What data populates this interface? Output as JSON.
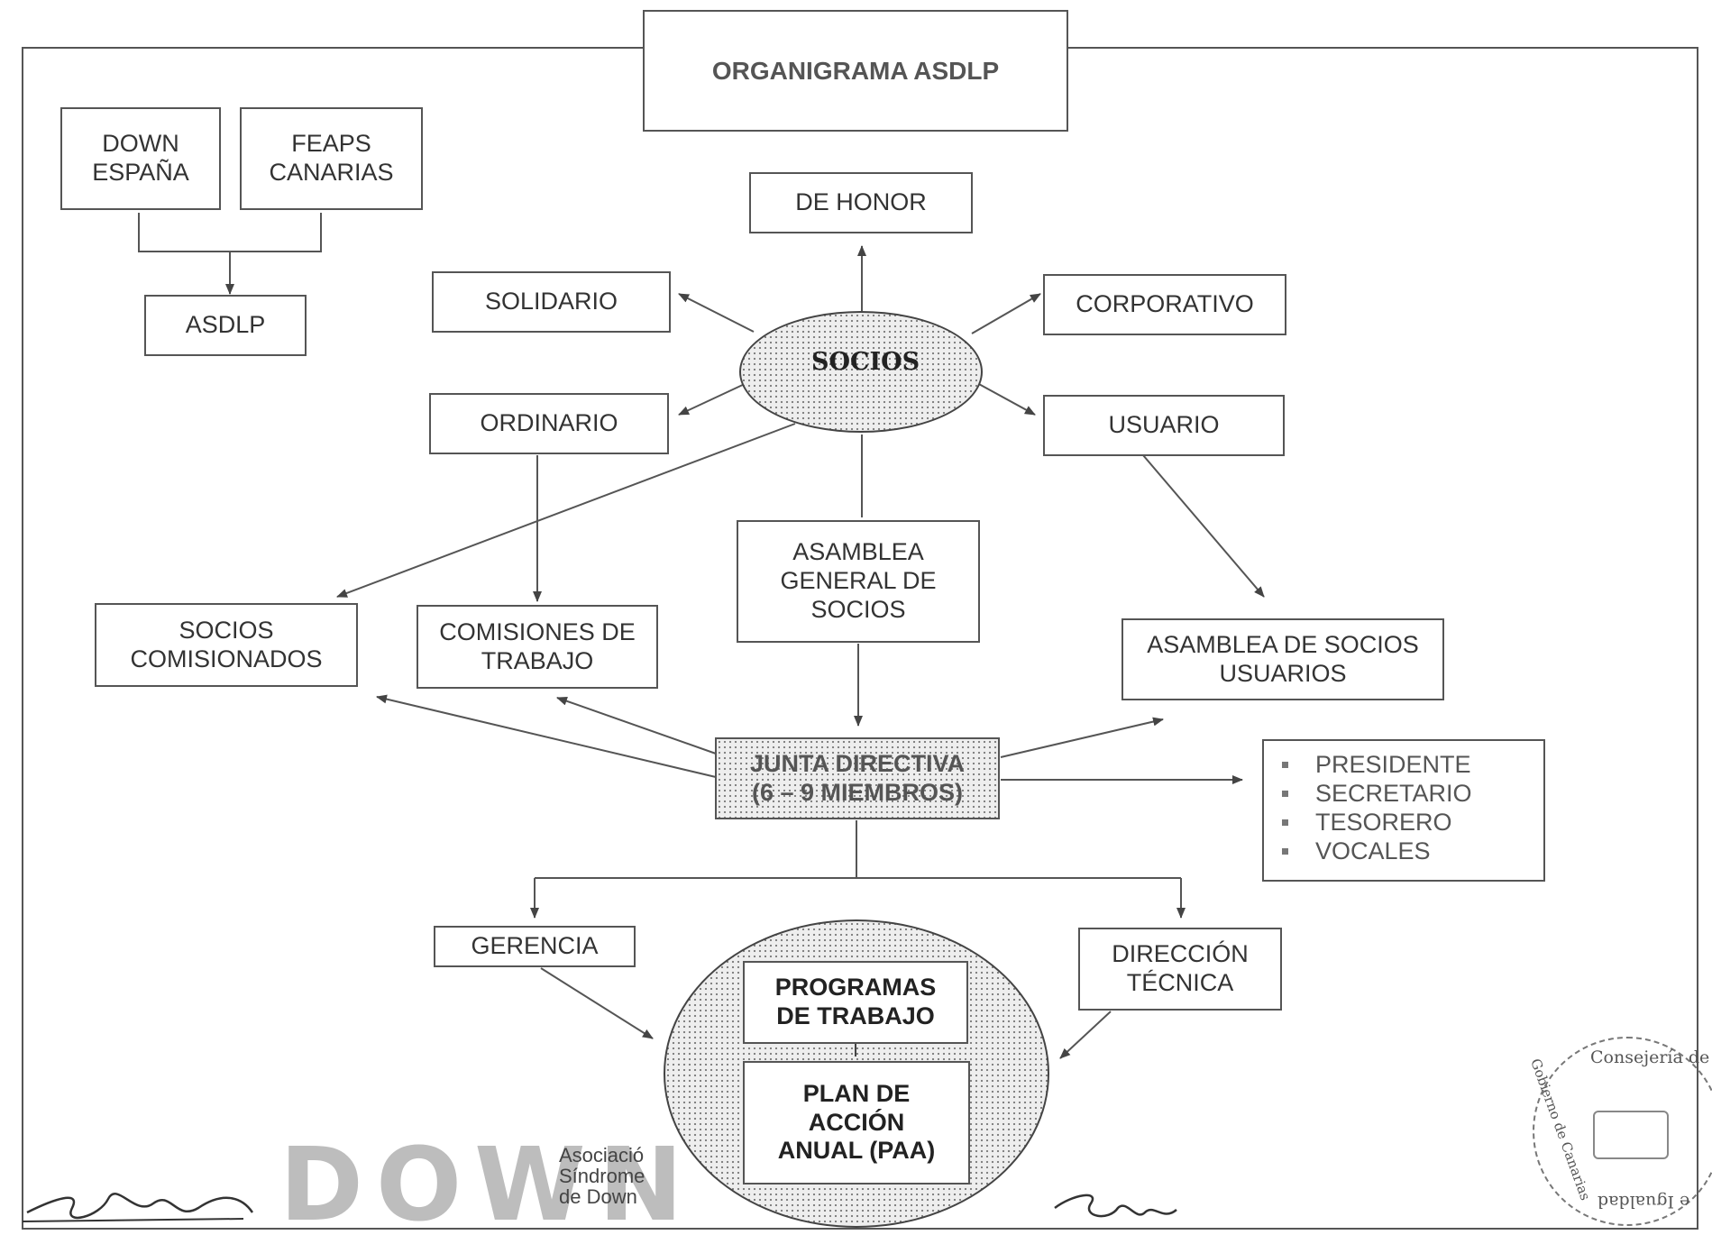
{
  "title": "ORGANIGRAMA ASDLP",
  "federations": {
    "down_espana": "DOWN\nESPAÑA",
    "feaps_canarias": "FEAPS\nCANARIAS",
    "asdlp": "ASDLP"
  },
  "socios": {
    "label": "SOCIOS",
    "types": {
      "de_honor": "DE HONOR",
      "solidario": "SOLIDARIO",
      "corporativo": "CORPORATIVO",
      "ordinario": "ORDINARIO",
      "usuario": "USUARIO"
    }
  },
  "asamblea_general": "ASAMBLEA\nGENERAL DE\nSOCIOS",
  "socios_comisionados": "SOCIOS\nCOMISIONADOS",
  "comisiones_trabajo": "COMISIONES DE\nTRABAJO",
  "asamblea_usuarios": "ASAMBLEA DE SOCIOS\nUSUARIOS",
  "junta_directiva": "JUNTA DIRECTIVA\n(6 – 9 MIEMBROS)",
  "junta_roles": [
    "PRESIDENTE",
    "SECRETARIO",
    "TESORERO",
    "VOCALES"
  ],
  "gerencia": "GERENCIA",
  "direccion_tecnica": "DIRECCIÓN\nTÉCNICA",
  "programas_trabajo": "PROGRAMAS\nDE TRABAJO",
  "plan_accion": "PLAN DE\nACCIÓN\nANUAL (PAA)",
  "logo": {
    "letters": "DOWN",
    "subtitle": "Asociació\nSíndrome\nde Down"
  },
  "stamp": {
    "top": "Consejería de",
    "left": "Gobierno de Canarias",
    "bottom": "e Igualdad"
  }
}
